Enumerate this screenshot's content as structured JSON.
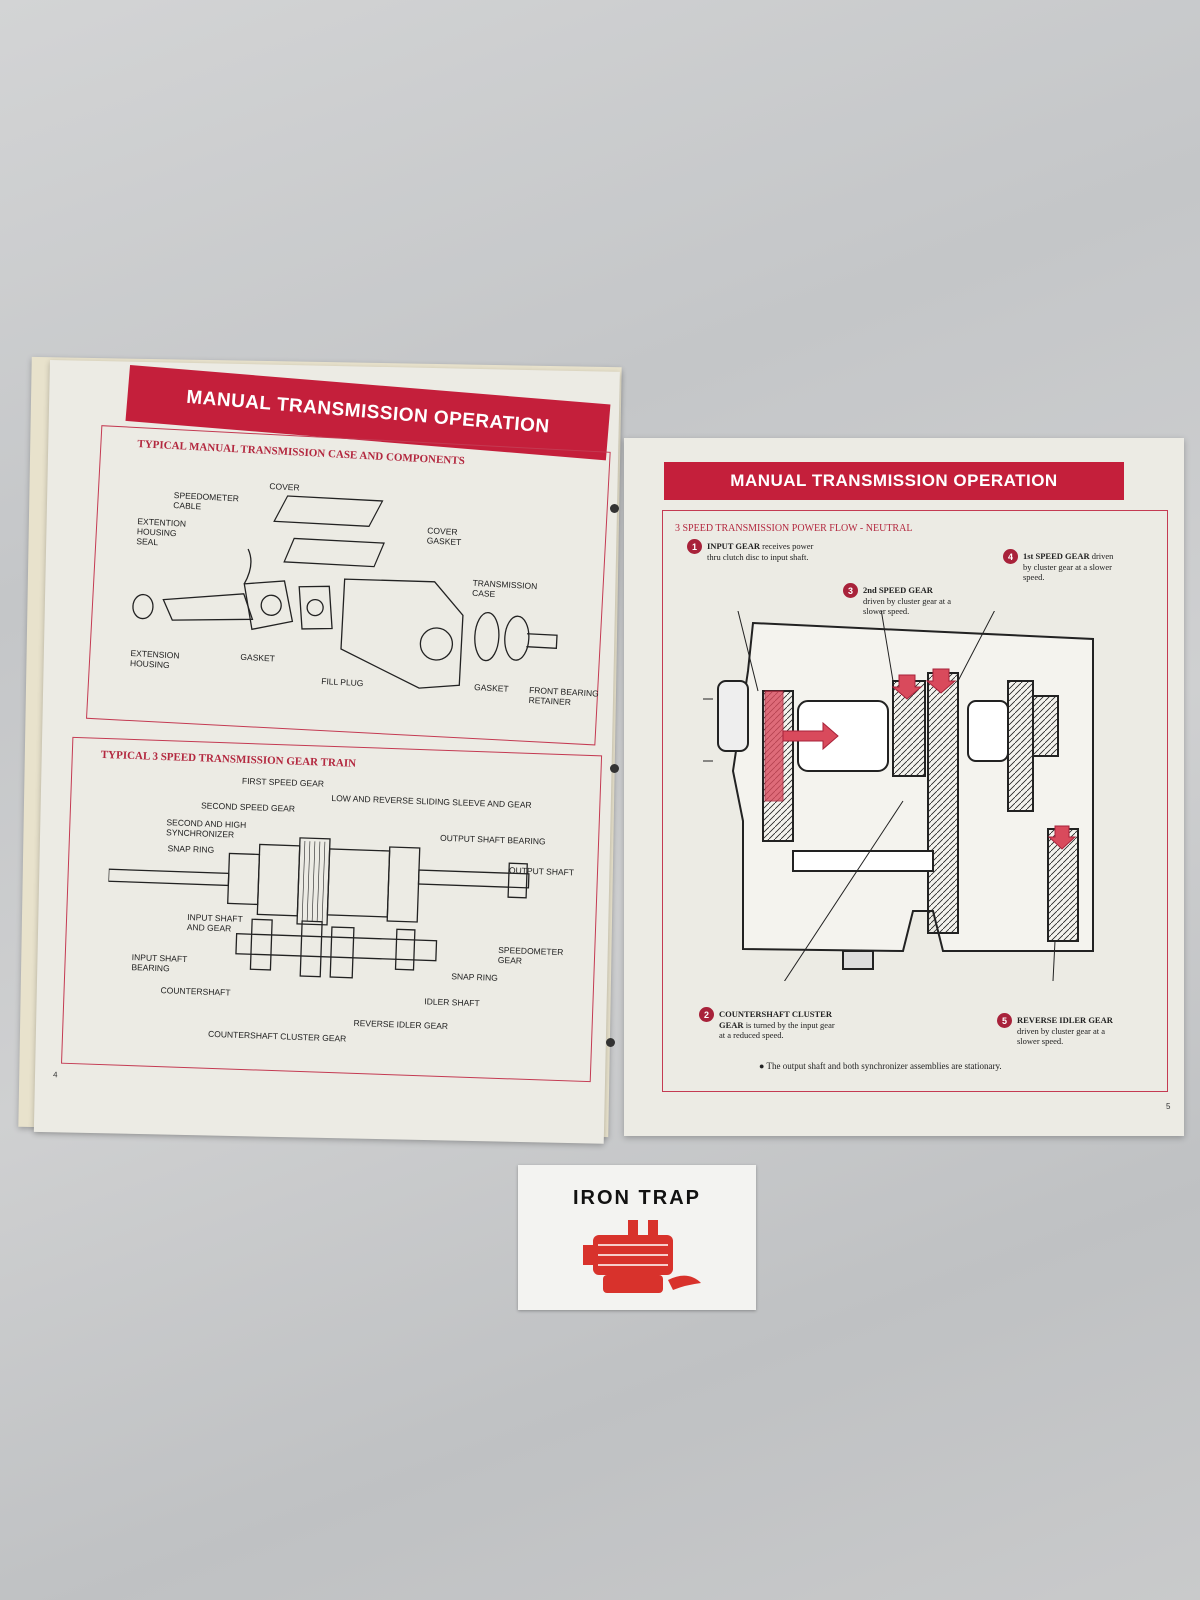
{
  "left_page": {
    "header": "MANUAL TRANSMISSION OPERATION",
    "section1": {
      "title": "TYPICAL MANUAL TRANSMISSION CASE AND COMPONENTS",
      "labels": [
        "COVER",
        "SPEEDOMETER\nCABLE",
        "EXTENTION\nHOUSING\nSEAL",
        "COVER\nGASKET",
        "TRANSMISSION\nCASE",
        "EXTENSION\nHOUSING",
        "GASKET",
        "FILL PLUG",
        "GASKET",
        "FRONT BEARING\nRETAINER"
      ]
    },
    "section2": {
      "title": "TYPICAL 3 SPEED TRANSMISSION GEAR TRAIN",
      "labels": [
        "FIRST SPEED GEAR",
        "LOW AND REVERSE SLIDING SLEEVE AND GEAR",
        "SECOND SPEED GEAR",
        "SECOND AND HIGH\nSYNCHRONIZER",
        "OUTPUT SHAFT BEARING",
        "SNAP RING",
        "OUTPUT SHAFT",
        "INPUT SHAFT\nAND GEAR",
        "SPEEDOMETER\nGEAR",
        "INPUT SHAFT\nBEARING",
        "SNAP RING",
        "COUNTERSHAFT",
        "IDLER SHAFT",
        "REVERSE IDLER GEAR",
        "COUNTERSHAFT CLUSTER GEAR"
      ]
    },
    "page_number": "4"
  },
  "right_page": {
    "header": "MANUAL TRANSMISSION OPERATION",
    "section_title": "3 SPEED TRANSMISSION POWER FLOW - NEUTRAL",
    "callouts": [
      {
        "n": "1",
        "bold": "INPUT GEAR",
        "text": " receives power thru clutch disc to input shaft."
      },
      {
        "n": "2",
        "bold": "COUNTERSHAFT CLUSTER GEAR",
        "text": " is turned by the input gear at a reduced speed."
      },
      {
        "n": "3",
        "bold": "2nd SPEED GEAR",
        "text": " driven by cluster gear at a slower speed."
      },
      {
        "n": "4",
        "bold": "1st SPEED GEAR",
        "text": " driven by cluster gear at a slower speed."
      },
      {
        "n": "5",
        "bold": "REVERSE IDLER GEAR",
        "text": " driven by cluster gear at a slower speed."
      }
    ],
    "footnote": "● The output shaft and both synchronizer assemblies are stationary.",
    "page_number": "5"
  },
  "logo": {
    "text": "IRON TRAP"
  },
  "colors": {
    "accent": "#c41f3b",
    "paper": "#ecebe4"
  }
}
